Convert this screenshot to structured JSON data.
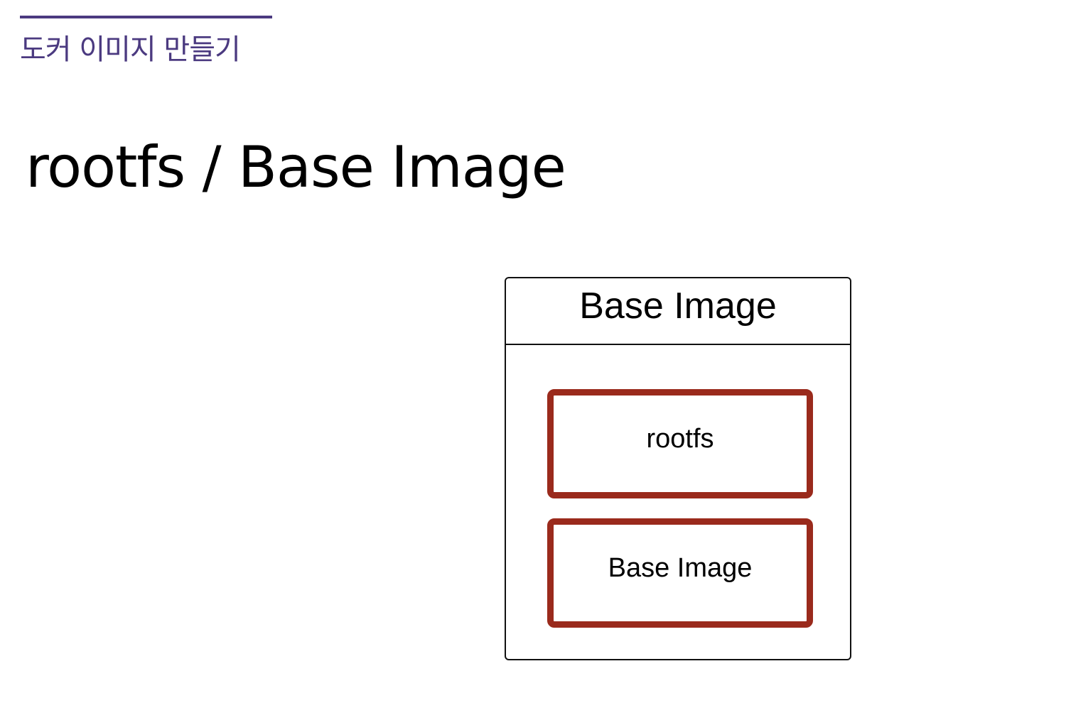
{
  "header": {
    "section_label": "도커 이미지 만들기",
    "accent_color": "#4b3a80"
  },
  "slide": {
    "title": "rootfs / Base Image"
  },
  "diagram": {
    "container_title": "Base Image",
    "layers": [
      {
        "label": "rootfs"
      },
      {
        "label": "Base Image"
      }
    ],
    "layer_border_color": "#9a2a1c"
  }
}
